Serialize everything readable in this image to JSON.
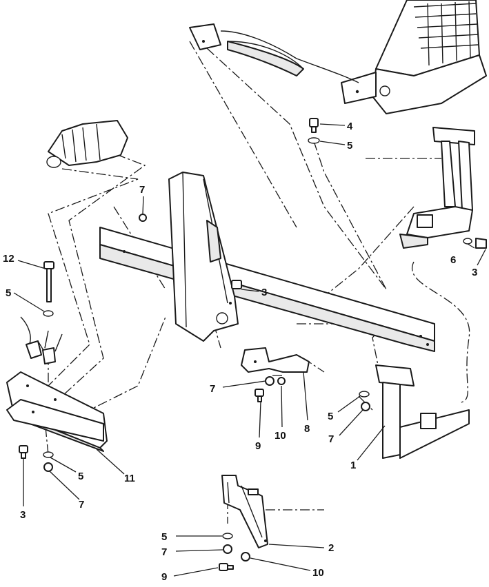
{
  "callouts": [
    {
      "id": "c-4",
      "label": "4"
    },
    {
      "id": "c-5a",
      "label": "5"
    },
    {
      "id": "c-7a",
      "label": "7"
    },
    {
      "id": "c-12",
      "label": "12"
    },
    {
      "id": "c-5b",
      "label": "5"
    },
    {
      "id": "c-3a",
      "label": "3"
    },
    {
      "id": "c-6",
      "label": "6"
    },
    {
      "id": "c-3b",
      "label": "3"
    },
    {
      "id": "c-7b",
      "label": "7"
    },
    {
      "id": "c-9a",
      "label": "9"
    },
    {
      "id": "c-10a",
      "label": "10"
    },
    {
      "id": "c-8",
      "label": "8"
    },
    {
      "id": "c-5c",
      "label": "5"
    },
    {
      "id": "c-7c",
      "label": "7"
    },
    {
      "id": "c-1",
      "label": "1"
    },
    {
      "id": "c-3c",
      "label": "3"
    },
    {
      "id": "c-5d",
      "label": "5"
    },
    {
      "id": "c-7d",
      "label": "7"
    },
    {
      "id": "c-11",
      "label": "11"
    },
    {
      "id": "c-5e",
      "label": "5"
    },
    {
      "id": "c-7e",
      "label": "7"
    },
    {
      "id": "c-2",
      "label": "2"
    },
    {
      "id": "c-9b",
      "label": "9"
    },
    {
      "id": "c-10b",
      "label": "10"
    }
  ]
}
